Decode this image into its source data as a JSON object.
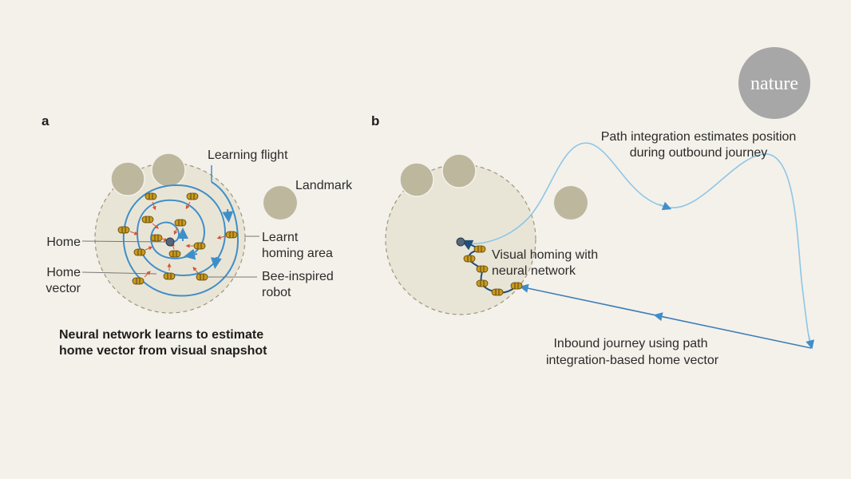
{
  "panel_a": {
    "letter": "a",
    "labels": {
      "learning_flight": "Learning flight",
      "landmark": "Landmark",
      "home": "Home",
      "home_vector": [
        "Home",
        "vector"
      ],
      "learnt_homing_area": [
        "Learnt",
        "homing area"
      ],
      "robot": [
        "Bee-inspired",
        "robot"
      ]
    },
    "caption": [
      "Neural network learns to estimate",
      "home vector from visual snapshot"
    ]
  },
  "panel_b": {
    "letter": "b",
    "labels": {
      "path_integration": [
        "Path integration estimates position",
        "during outbound journey"
      ],
      "visual_homing": [
        "Visual homing with",
        "neural network"
      ],
      "inbound": [
        "Inbound journey using path",
        "integration-based home vector"
      ]
    }
  },
  "logo": {
    "text": "nature"
  },
  "colors": {
    "background": "#f4f1ea",
    "homing_area": "#e9e5d6",
    "landmark": "#bdb79e",
    "flight_path": "#3f8ec9",
    "outbound_path": "#8ec6e6",
    "inbound_path": "#3f7fb8",
    "home_dot": "#55667a",
    "robot_body": "#c99a1d",
    "robot_stripe": "#5a4410",
    "arrow_red": "#d2553a",
    "logo_circle": "#a7a7a7"
  }
}
